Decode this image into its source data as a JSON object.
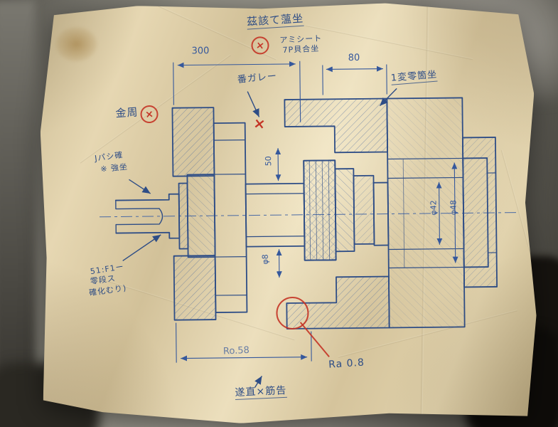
{
  "colors": {
    "ink_blue": "#2e4d86",
    "ink_red": "#c43325",
    "paper": "#e2d3ab"
  },
  "labels": {
    "title": "茲該て薀坐",
    "title_sub1": "アミシート",
    "title_sub2": "7P貝合坐",
    "burr_note": "番ガレー",
    "metal_note": "金周",
    "flange_note": "1変零箇坐",
    "spline_note1": "Jパシ確",
    "spline_note2": "※ 強坐",
    "fork_note1": "51:F1ー",
    "fork_note2": "零段ス",
    "fork_note3": "確化むり)",
    "bottom_note": "遂直×筋告",
    "surface_finish": "Ra 0.8",
    "x_mark": "×"
  },
  "dimensions": {
    "overall_left": "300",
    "flange_width": "80",
    "bore_depth": "50",
    "shaft_dia": "φ8",
    "inner_dia": "φ42",
    "outer_dia": "φ48",
    "bottom_length": "Ro.58"
  }
}
